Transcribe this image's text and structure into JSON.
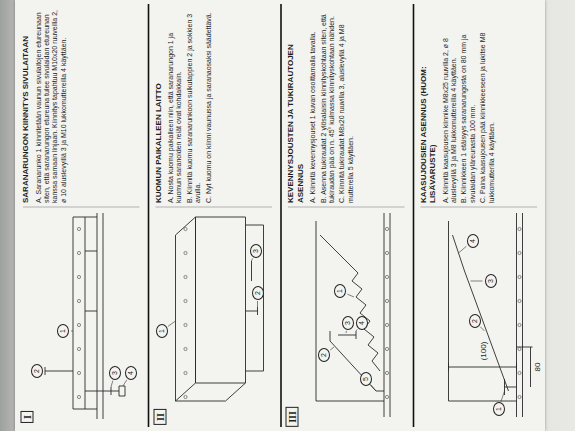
{
  "diagram": {
    "nodes": [
      {
        "text": [
          "SARANARUNGON KIINNITYS SIVULAITAAN",
          "A. Saranarunko 1 kiinnitetään vaunun sivulaitojen etureunaan siten, että saranarungon etureuna tulee sivulaidan etureunan kanssa samaan linjaan. Kiinnitys tapahtuu M10x20 ruuveilla 2, ø 10 aluslevyillä 3 ja M10 lukkomuttereilla 4 käyttäen."
        ]
      },
      {
        "text": [
          "KUOMUN PAIKALLEEN LAITTO",
          "A. Nosta kuomu paikalleen niin, että saranarungon 1 ja kuomun saranoiden reiät ovat kohdakkain.",
          "B. Kiinnitä kuomu saranarunkoon sulkutappien 2 ja sokkien 3 avulla.",
          "C. Nyt kuomu on kiinni vaunussa ja saranaosaksi säädettävä."
        ]
      },
      {
        "text": [
          "KEVENNYSJOUSTEN JA TUKIRAUTOJEN ASENNUS",
          "A. Kiinnitä kevennysjouset 1 kuvan osoittamalla tavalla.",
          "B. Asenna tukiraudat 2 ylösalaisin kiinnityskohtaan siten, että tukiraudan pää on n. 45° kulmassa kiinnityskohtaan nähden.",
          "C. Kiinnitä tukiraudat M8x20 ruuvilla 3, aluslevyllä 4 ja M8 mutterella 5 käyttäen."
        ]
      },
      {
        "text": [
          "KAASUJOUSIEN ASENNUS (HUOM: LISÄVARUSTE)",
          "A. Kiinnitä kaasujousen kiinnike M8x25 ruuvilla 2, ø 8 aluslevyillä 3 ja M8 lukkomuttereilla 4 käyttäen.",
          "B. Kiinnikkeen 1 etäisyys saranarungosta on 80 mm ja sivulaidan yläreunasta 100 mm.",
          "C. Paina kaasujousen pää kiinnikkeeseen ja lukitse M8 lukkomutterilla 4 käyttäen."
        ]
      }
    ],
    "labels": [
      "I",
      "1",
      "2",
      "3",
      "4",
      "II",
      "1",
      "2",
      "3",
      "III",
      "1",
      "2",
      "3",
      "4",
      "5",
      "(100)",
      "80",
      "1",
      "2",
      "3",
      "4"
    ]
  }
}
